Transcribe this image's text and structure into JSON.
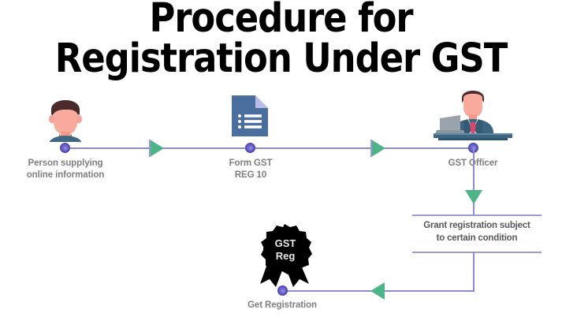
{
  "title": {
    "text": "Procedure for\nRegistration Under GST",
    "color": "#000000"
  },
  "colors": {
    "line": "#8c8cd0",
    "node": "#6f67c9",
    "arrow": "#4cb487",
    "label_text": "#7f7f7f",
    "box_text": "#58585c",
    "document": "#4a6f9e",
    "badge": "#000000"
  },
  "steps": [
    {
      "id": "person-supplying",
      "icon": "person-avatar-icon",
      "label": "Person supplying\nonline information"
    },
    {
      "id": "form-gst-reg-10",
      "icon": "document-list-icon",
      "label": "Form GST\nREG 10"
    },
    {
      "id": "gst-officer",
      "icon": "officer-desk-icon",
      "label": "GST Officer"
    }
  ],
  "grant_box": {
    "id": "grant-registration",
    "label": "Grant registration subject\nto certain condition"
  },
  "result": {
    "id": "get-registration",
    "icon": "gst-reg-badge-icon",
    "badge_line_1": "GST",
    "badge_line_2": "Reg",
    "label": "Get Registration"
  },
  "arrows": [
    {
      "id": "arrow-person-to-form",
      "direction": "right"
    },
    {
      "id": "arrow-form-to-officer",
      "direction": "right"
    },
    {
      "id": "arrow-officer-to-grant",
      "direction": "down"
    },
    {
      "id": "arrow-grant-to-result",
      "direction": "left"
    }
  ]
}
